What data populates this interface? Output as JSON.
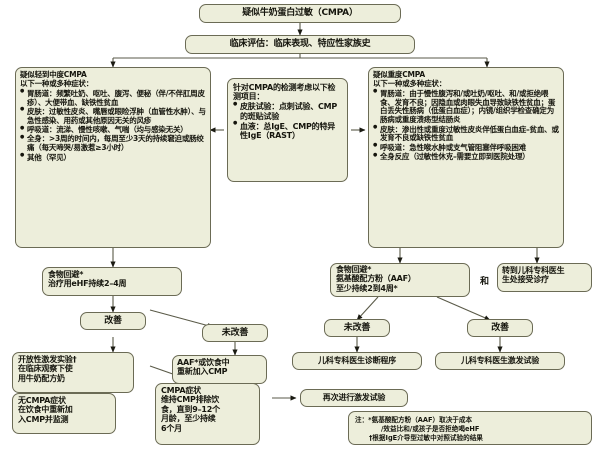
{
  "chart_meta": {
    "type": "flowchart",
    "title": "疑似牛奶蛋白过敏（CMPA）诊疗流程图",
    "language": "zh-CN",
    "box_fill": "#edeedb",
    "box_border": "#6b6b55",
    "background": "#ffffff",
    "text_color": "#15150d"
  },
  "nodes": {
    "start": {
      "label": "疑似牛奶蛋白过敏（CMPA）"
    },
    "assessment": {
      "label": "临床评估：临床表现、特应性家族史"
    },
    "mild": {
      "title": "疑似轻到中度CMPA",
      "subtitle": "以下一种或多种症状：",
      "items": [
        "胃肠道：频繁吐奶、呕吐、腹泻、便秘（伴/不伴肛周皮疹）、大便带血、缺铁性贫血",
        "皮肤：过敏性皮炎、嘴唇或眼睑浮肿（血管性水肿）、与急性感染、用药或其他原因无关的风疹",
        "呼吸道：流涕、慢性咳嗽、气喘（均与感染无关）",
        "全身：>3周的时间内，每周至少3天的持续窘迫或肠绞痛（每天啼哭/易激惹≥3小时）",
        "其他（罕见）"
      ]
    },
    "tests": {
      "title": "针对CMPA的检测考虑以下检测项目：",
      "items": [
        "皮肤试验：点刺试验、CMP的斑贴试验",
        "血液：总IgE、CMP的特异性IgE（RAST）"
      ]
    },
    "severe": {
      "title": "疑似重度CMPA",
      "subtitle": "以下一种或多种症状：",
      "items": [
        "胃肠道：由于慢性腹泻和/或吐奶/呕吐、和/或拒绝喂食、发育不良；因隐血或肉眼失血导致缺铁性贫血；蛋白丢失性肠病（低蛋白血症）；内镜/组织学检查确定为肠病或重度溃疡型结肠炎",
        "皮肤：渗出性或重度过敏性皮炎伴低蛋白血症–贫血、或发育不良或缺铁性贫血",
        "呼吸道：急性喉水肿或支气管阻塞伴呼吸困难",
        "全身反应（过敏性休克–需要立即到医院处理）"
      ]
    },
    "avoid_ehf": {
      "line1": "食物回避*",
      "line2": "治疗用eHF持续2–4周"
    },
    "avoid_aaf": {
      "line1": "食物回避*",
      "line2": "氨基酸配方粉（AAF）",
      "line3": "至少持续2到4周*"
    },
    "and_label": {
      "label": "和"
    },
    "refer": {
      "line1": "转到儿科专科医生",
      "line2": "生处接受诊疗"
    },
    "improved_left": {
      "label": "改善"
    },
    "not_improved_left": {
      "label": "未改善"
    },
    "not_improved_right": {
      "label": "未改善"
    },
    "improved_right": {
      "label": "改善"
    },
    "open_challenge": {
      "line1": "开放性激发实验†",
      "line2": "在临床观察下使",
      "line3": "用牛奶配方奶"
    },
    "aaf_reintro": {
      "line1": "AAF*或饮食中",
      "line2": "重新加入CMP"
    },
    "ped_diagnosis": {
      "label": "儿科专科医生诊断程序"
    },
    "ped_challenge": {
      "label": "儿科专科医生激发试验"
    },
    "no_cmpa": {
      "line1": "无CMPA症状",
      "line2": "在饮食中重新加",
      "line3": "入CMP并监测"
    },
    "cmpa_symptoms": {
      "line1": "CMPA症状",
      "line2": "维持CMP排除饮",
      "line3": "食，直到9–12个",
      "line4": "月龄，至少持续",
      "line5": "6个月"
    },
    "rechallenge": {
      "label": "再次进行激发试验"
    },
    "note": {
      "line1": "注：*氨基酸配方粉（AAF）取决于成本",
      "line2": "/效益比和/或孩子是否拒绝喝eHF",
      "line3": "†根据IgE介导型过敏中对照试验的结果"
    }
  }
}
